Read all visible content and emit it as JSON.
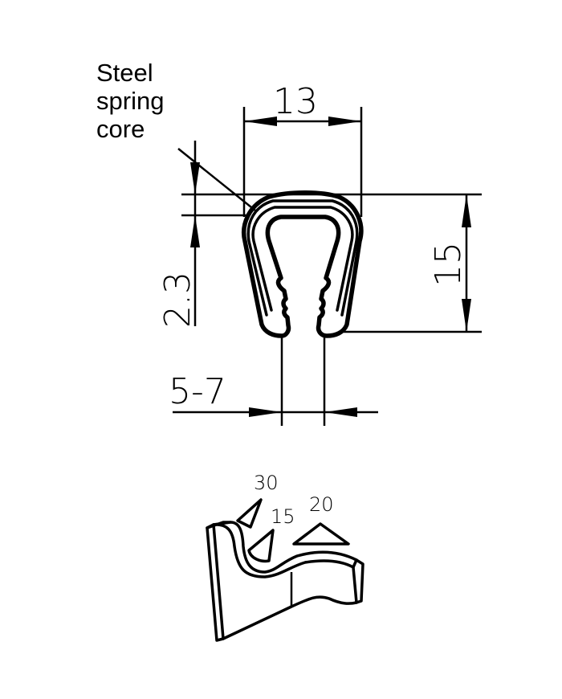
{
  "callout": {
    "lines": [
      "Steel",
      "spring",
      "core"
    ]
  },
  "dimensions": {
    "width_top": "13",
    "height": "15",
    "core_thickness": "2.3",
    "grip_range": "5-7"
  },
  "detail_view": {
    "angle_a": "30",
    "angle_b": "15",
    "angle_c": "20"
  },
  "colors": {
    "ink": "#000000",
    "background": "#ffffff"
  }
}
